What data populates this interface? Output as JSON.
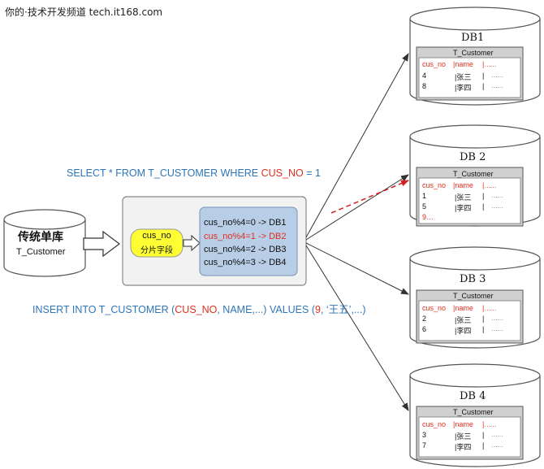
{
  "watermark": "你的·技术开发频道 tech.it168.com",
  "queries": {
    "select": {
      "pre": "SELECT * FROM T_CUSTOMER WHERE ",
      "key": "CUS_NO",
      "post": " = 1"
    },
    "insert": {
      "pre": "INSERT INTO T_CUSTOMER (",
      "key": "CUS_NO",
      "mid": ", NAME,...) VALUES (",
      "val": "9",
      "post": ", ‘王五’,...)"
    }
  },
  "legacy_db": {
    "title": "传统单库",
    "table": "T_Customer"
  },
  "router": {
    "shard_key": {
      "field": "cus_no",
      "label": "分片字段"
    },
    "rules": [
      {
        "text": "cus_no%4=0 -> DB1",
        "highlight": false
      },
      {
        "text": "cus_no%4=1 -> DB2",
        "highlight": true
      },
      {
        "text": "cus_no%4=2 -> DB3",
        "highlight": false
      },
      {
        "text": "cus_no%4=3 -> DB4",
        "highlight": false
      }
    ]
  },
  "databases": [
    {
      "name": "DB1",
      "table": "T_Customer",
      "columns": [
        "cus_no",
        "name",
        "……"
      ],
      "rows": [
        [
          "4",
          "|张三",
          "……"
        ],
        [
          "8",
          "|李四",
          "……"
        ]
      ],
      "extra": null
    },
    {
      "name": "DB 2",
      "table": "T_Customer",
      "columns": [
        "cus_no",
        "name",
        "……"
      ],
      "rows": [
        [
          "1",
          "|张三",
          "……"
        ],
        [
          "5",
          "|李四",
          "……"
        ]
      ],
      "extra": "9…"
    },
    {
      "name": "DB 3",
      "table": "T_Customer",
      "columns": [
        "cus_no",
        "name",
        "……"
      ],
      "rows": [
        [
          "2",
          "|张三",
          "……"
        ],
        [
          "6",
          "|李四",
          "……"
        ]
      ],
      "extra": null
    },
    {
      "name": "DB 4",
      "table": "T_Customer",
      "columns": [
        "cus_no",
        "name",
        "……"
      ],
      "rows": [
        [
          "3",
          "|张三",
          "……"
        ],
        [
          "7",
          "|李四",
          "……"
        ]
      ],
      "extra": null
    }
  ],
  "colors": {
    "query_text": "#2e75b6",
    "highlight": "#e0301e",
    "shard_key_fill": "#ffff33",
    "rules_fill": "#b8cde6",
    "db_fill": "#ffffff",
    "table_fill": "#d0d0d0",
    "arrow": "#333333"
  }
}
